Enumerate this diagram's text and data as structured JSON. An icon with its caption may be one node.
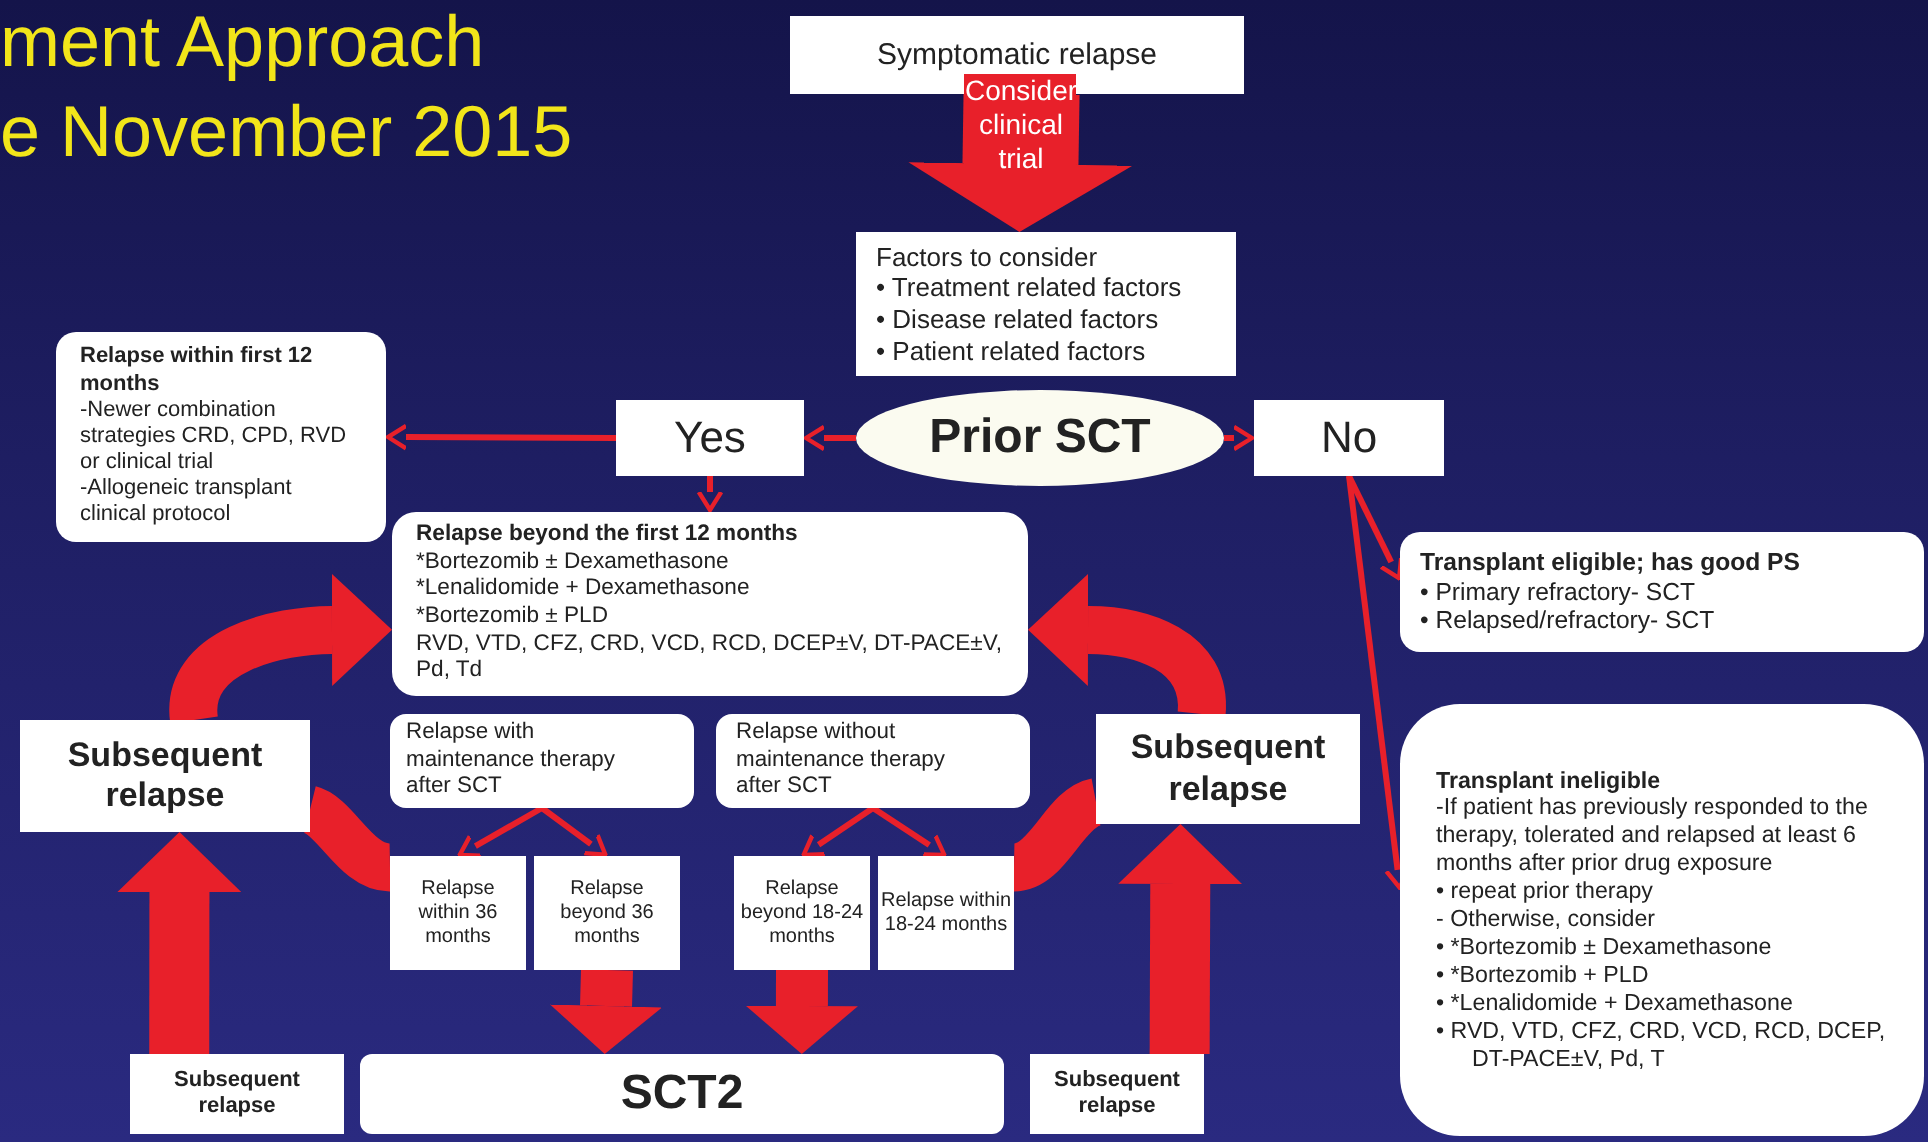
{
  "diagram": {
    "labels": [
      "ment Approach",
      "e November 2015"
    ],
    "nodes": [
      {
        "text": [
          "Symptomatic relapse"
        ]
      },
      {
        "text": [
          "Factors to consider",
          "• Treatment related factors",
          "• Disease related factors",
          "• Patient related factors"
        ]
      },
      {
        "text": [
          "Prior SCT"
        ]
      },
      {
        "text": [
          "Yes"
        ]
      },
      {
        "text": [
          "No"
        ]
      },
      {
        "text": [
          "Relapse within first 12 months",
          "-Newer combination strategies CRD, CPD, RVD or clinical trial",
          "-Allogeneic transplant clinical protocol"
        ]
      },
      {
        "text": [
          "Relapse beyond the first 12 months",
          "*Bortezomib ± Dexamethasone",
          "*Lenalidomide + Dexamethasone",
          "*Bortezomib ± PLD",
          "RVD, VTD, CFZ, CRD, VCD, RCD, DCEP±V, DT-PACE±V, Pd, Td"
        ]
      },
      {
        "text": [
          "Transplant eligible; has good PS",
          "• Primary refractory- SCT",
          "• Relapsed/refractory- SCT"
        ]
      },
      {
        "text": [
          "Transplant ineligible",
          "-If patient has previously responded to the therapy, tolerated and relapsed at least 6 months after prior drug exposure",
          "• repeat prior therapy",
          "- Otherwise, consider",
          "• *Bortezomib ± Dexamethasone",
          "• *Bortezomib + PLD",
          "• *Lenalidomide + Dexamethasone",
          "• RVD, VTD, CFZ, CRD, VCD, RCD, DCEP, DT-PACE±V, Pd, T"
        ]
      },
      {
        "text": [
          "Subsequent relapse"
        ]
      },
      {
        "text": [
          "Subsequent relapse"
        ]
      },
      {
        "text": [
          "Relapse with maintenance therapy after SCT"
        ]
      },
      {
        "text": [
          "Relapse without maintenance therapy after SCT"
        ]
      },
      {
        "text": [
          "Relapse within 36 months"
        ]
      },
      {
        "text": [
          "Relapse beyond 36 months"
        ]
      },
      {
        "text": [
          "Relapse beyond 18-24 months"
        ]
      },
      {
        "text": [
          "Relapse within 18-24 months"
        ]
      },
      {
        "text": [
          "Subsequent relapse"
        ]
      },
      {
        "text": [
          "SCT2"
        ]
      },
      {
        "text": [
          "Subsequent relapse"
        ]
      }
    ],
    "edges": [
      {
        "from": 0,
        "to": 1,
        "arrow": "to",
        "label": "Consider clinical trial",
        "style": "thick"
      },
      {
        "from": 2,
        "to": 3,
        "arrow": "to"
      },
      {
        "from": 2,
        "to": 4,
        "arrow": "to"
      },
      {
        "from": 3,
        "to": 5,
        "arrow": "to"
      },
      {
        "from": 3,
        "to": 6,
        "arrow": "to"
      },
      {
        "from": 4,
        "to": 7,
        "arrow": "to"
      },
      {
        "from": 4,
        "to": 8,
        "arrow": "to"
      },
      {
        "from": 11,
        "to": 13,
        "arrow": "to"
      },
      {
        "from": 11,
        "to": 14,
        "arrow": "to"
      },
      {
        "from": 12,
        "to": 15,
        "arrow": "to"
      },
      {
        "from": 12,
        "to": 16,
        "arrow": "to"
      },
      {
        "from": 14,
        "to": 18,
        "arrow": "to",
        "style": "thick"
      },
      {
        "from": 15,
        "to": 18,
        "arrow": "to",
        "style": "thick"
      },
      {
        "from": 17,
        "to": 9,
        "arrow": "to",
        "style": "thick"
      },
      {
        "from": 19,
        "to": 10,
        "arrow": "to",
        "style": "thick"
      },
      {
        "from": 13,
        "to": 9,
        "arrow": "none",
        "style": "thick"
      },
      {
        "from": 16,
        "to": 10,
        "arrow": "none",
        "style": "thick"
      },
      {
        "from": 9,
        "to": 6,
        "arrow": "to",
        "style": "thick"
      },
      {
        "from": 10,
        "to": 6,
        "arrow": "to",
        "style": "thick"
      }
    ]
  }
}
